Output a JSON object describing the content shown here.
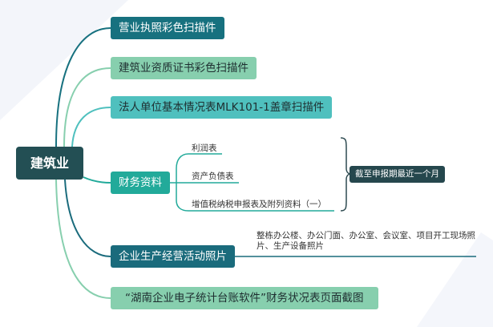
{
  "colors": {
    "root": "#234f54",
    "node1": "#17717f",
    "node2": "#87cfae",
    "node3": "#4fc0be",
    "node4": "#22aa9a",
    "node5": "#1a6b7c",
    "node6": "#87cfae",
    "note": "#25474d"
  },
  "root": {
    "label": "建筑业"
  },
  "branches": [
    {
      "label": "营业执照彩色扫描件"
    },
    {
      "label": "建筑业资质证书彩色扫描件"
    },
    {
      "label": "法人单位基本情况表MLK101-1盖章扫描件"
    },
    {
      "label": "财务资料",
      "children": [
        "利润表",
        "资产负债表",
        "增值税纳税申报表及附列资料（一）"
      ],
      "summary": "截至申报期最近一个月"
    },
    {
      "label": "企业生产经营活动照片",
      "detail": "整栋办公楼、办公门面、办公室、会议室、项目开工现场照片、生产设备照片"
    },
    {
      "label": "“湖南企业电子统计台账软件”财务状况表页面截图"
    }
  ]
}
